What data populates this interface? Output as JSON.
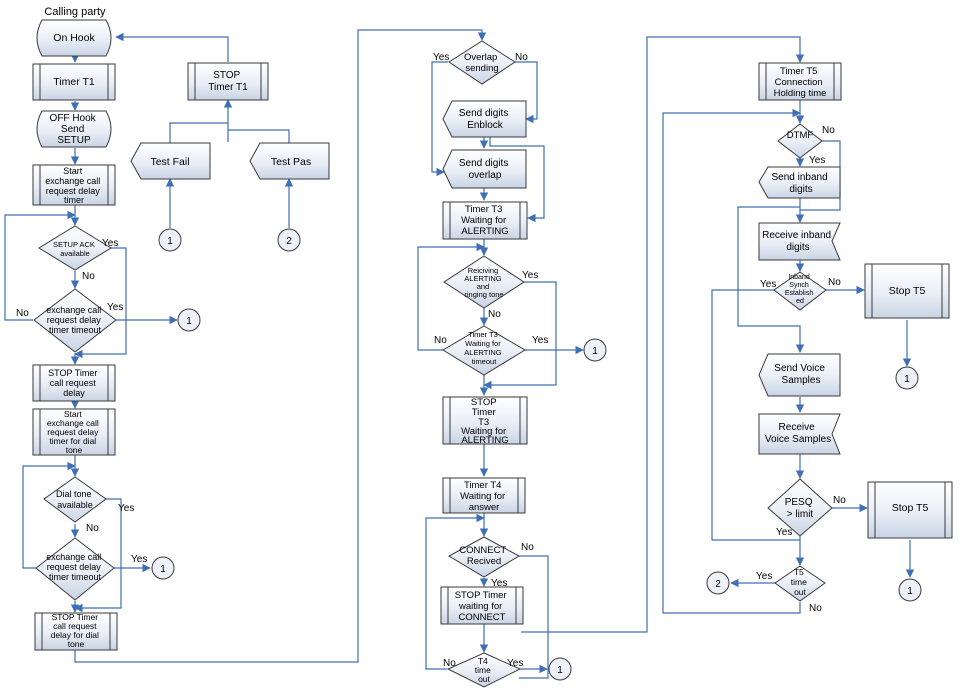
{
  "header": {
    "calling_party": "Calling party"
  },
  "col1": {
    "on_hook": "On Hook",
    "timer_t1": "Timer T1",
    "off_hook": [
      "OFF Hook",
      "Send",
      "SETUP"
    ],
    "start_timer": [
      "Start",
      "exchange call",
      "request delay",
      "timer"
    ],
    "setup_ack": [
      "SETUP ACK",
      "available"
    ],
    "timeout1": [
      "exchange call",
      "request delay",
      "timer timeout"
    ],
    "stop_timer1": [
      "STOP Timer",
      "call request",
      "delay"
    ],
    "start_timer_dial": [
      "Start",
      "exchange call",
      "request delay",
      "timer for dial",
      "tone"
    ],
    "dial_tone": [
      "Dial tone",
      "available"
    ],
    "timeout2": [
      "exchange call",
      "request delay",
      "timer timeout"
    ],
    "stop_timer_dial": [
      "STOP Timer",
      "call request",
      "delay for dial",
      "tone"
    ]
  },
  "col2": {
    "stop_t1": [
      "STOP",
      "Timer T1"
    ],
    "test_fail": "Test Fail",
    "test_pass": "Test Pas"
  },
  "col3": {
    "overlap": [
      "Overlap",
      "sending"
    ],
    "enblock": [
      "Send digits",
      "Enblock"
    ],
    "overlap_send": [
      "Send digits",
      "overlap"
    ],
    "timer_t3": [
      "Timer T3",
      "Waiting for",
      "ALERTING"
    ],
    "receiving": [
      "Reiciving",
      "ALERTING",
      "and",
      "ringing tone"
    ],
    "t3_timeout": [
      "Timer T3",
      "Waiting for",
      "ALERTING",
      "timeout"
    ],
    "stop_t3": [
      "STOP",
      "Timer",
      "T3",
      "Waiting for",
      "ALERTING"
    ],
    "timer_t4": [
      "Timer T4",
      "Waiting for",
      "answer"
    ],
    "connect": [
      "CONNECT",
      "Recived"
    ],
    "stop_connect": [
      "STOP Timer",
      "waiting for",
      "CONNECT"
    ],
    "t4_timeout": [
      "T4",
      "time",
      "out"
    ]
  },
  "col4": {
    "timer_t5": [
      "Timer T5",
      "Connection",
      "Holding time"
    ],
    "dtmf": "DTMF",
    "send_inband": [
      "Send inband",
      "digits"
    ],
    "recv_inband": [
      "Receive inband",
      "digits"
    ],
    "inband_synch": [
      "Inband",
      "Synch",
      "Establish",
      "ed"
    ],
    "stop_t5": "Stop T5",
    "send_voice": [
      "Send Voice",
      "Samples"
    ],
    "recv_voice": [
      "Receive",
      "Voice Samples"
    ],
    "pesq": [
      "PESQ",
      "> limit"
    ],
    "stop_t5_b": "Stop T5",
    "t5_timeout": [
      "T5",
      "time",
      "out"
    ]
  },
  "connectors": {
    "one": "1",
    "two": "2"
  },
  "labels": {
    "yes": "Yes",
    "no": "No"
  }
}
